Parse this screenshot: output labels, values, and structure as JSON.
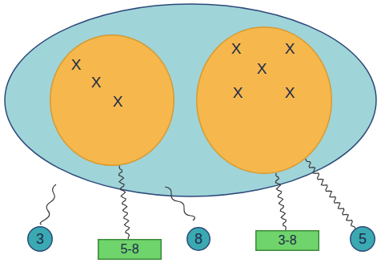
{
  "diagram": {
    "nodes": [
      {
        "text": [
          "X",
          "X",
          "X"
        ]
      },
      {
        "text": [
          "X",
          "X",
          "X",
          "X",
          "X"
        ]
      },
      {
        "text": [
          "3"
        ]
      },
      {
        "text": [
          "5-8"
        ]
      },
      {
        "text": [
          "8"
        ]
      },
      {
        "text": [
          "3-8"
        ]
      },
      {
        "text": [
          "5"
        ]
      }
    ],
    "edges": [
      {
        "from": 0,
        "to": 3,
        "arrow": "none"
      },
      {
        "from": 1,
        "to": 5,
        "arrow": "none"
      },
      {
        "from": 1,
        "to": 6,
        "arrow": "none"
      }
    ]
  }
}
